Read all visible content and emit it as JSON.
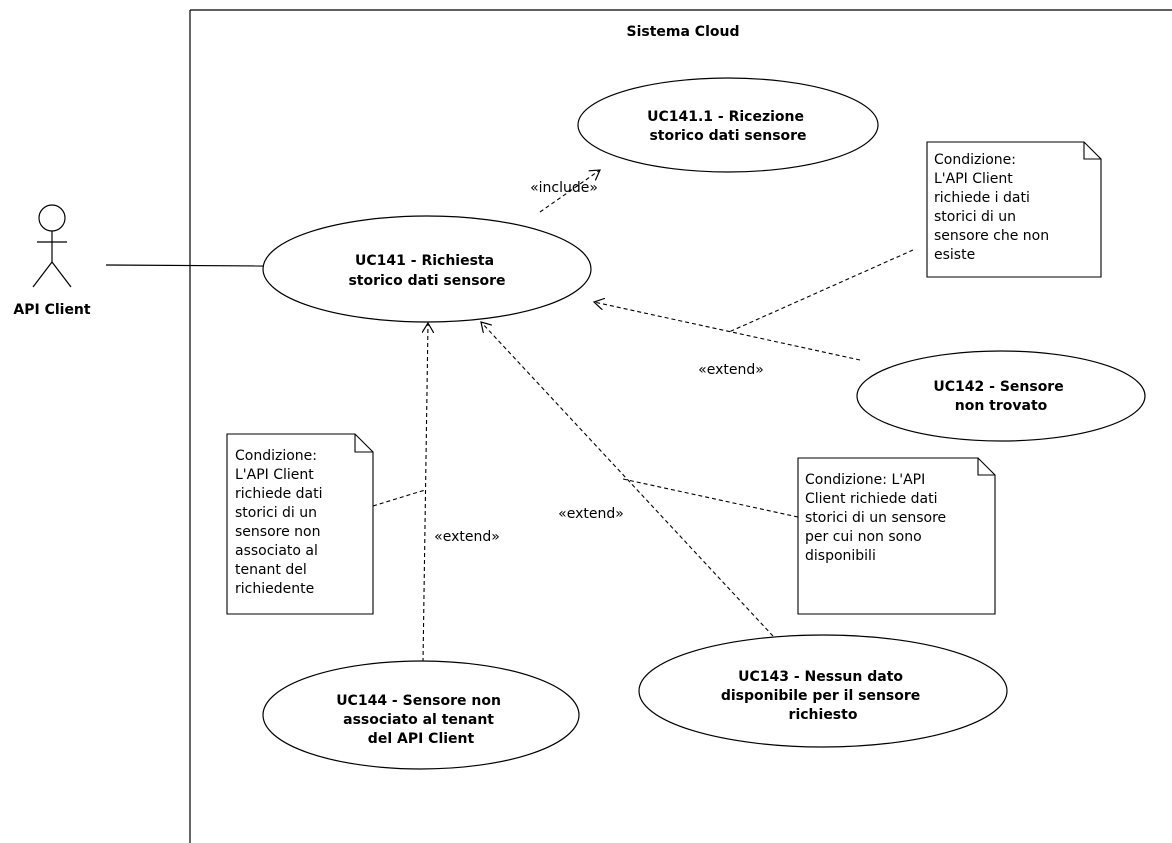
{
  "system": {
    "title": "Sistema Cloud"
  },
  "actor": {
    "name": "API Client"
  },
  "use_cases": {
    "uc141": [
      "UC141 - Richiesta",
      "storico dati sensore"
    ],
    "uc141_1": [
      "UC141.1 - Ricezione",
      "storico dati sensore"
    ],
    "uc142": [
      "UC142 - Sensore",
      "non trovato"
    ],
    "uc143": [
      "UC143 - Nessun dato",
      "disponibile per il sensore",
      "richiesto"
    ],
    "uc144": [
      "UC144 - Sensore non",
      "associato al tenant",
      "del API Client"
    ]
  },
  "relations": {
    "include": "«include»",
    "extend_uc142": "«extend»",
    "extend_uc143": "«extend»",
    "extend_uc144": "«extend»"
  },
  "notes": {
    "note_uc142": [
      "Condizione:",
      "L'API Client",
      "richiede i dati",
      "storici di un",
      "sensore che non",
      "esiste"
    ],
    "note_uc143": [
      "Condizione: L'API",
      "Client richiede dati",
      "storici di un sensore",
      "per cui non sono",
      "disponibili"
    ],
    "note_uc144": [
      "Condizione:",
      "L'API Client",
      "richiede dati",
      "storici di un",
      "sensore non",
      "associato al",
      "tenant del",
      "richiedente"
    ]
  },
  "colors": {
    "line": "#000000",
    "background": "#ffffff"
  }
}
